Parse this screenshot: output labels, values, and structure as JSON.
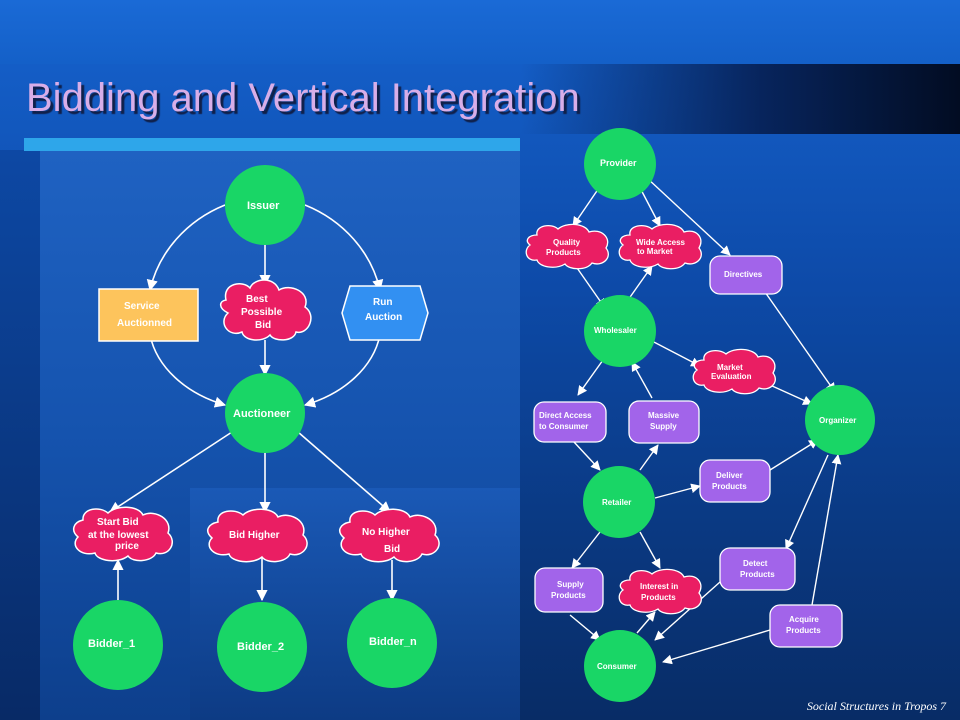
{
  "slide": {
    "title": "Bidding and Vertical Integration",
    "footer": "Social Structures in Tropos  7"
  },
  "colors": {
    "actor": "#19d666",
    "softgoal": "#ea1e63",
    "goal": "#a264ea",
    "resource": "#fdc45c",
    "task": "#3290f2",
    "edge": "#ffffff",
    "title": "#d8aee8"
  },
  "bidding": {
    "actors": {
      "issuer": "Issuer",
      "auctioneer": "Auctioneer",
      "bidder_1": "Bidder_1",
      "bidder_2": "Bidder_2",
      "bidder_n": "Bidder_n"
    },
    "resource": [
      "Service",
      "Auctionned"
    ],
    "task": [
      "Run",
      "Auction"
    ],
    "softgoals": {
      "best_bid": [
        "Best",
        "Possible",
        "Bid"
      ],
      "start_bid": [
        "Start Bid",
        "at the lowest",
        "price"
      ],
      "bid_higher": [
        "Bid Higher"
      ],
      "no_higher": [
        "No Higher",
        "Bid"
      ]
    }
  },
  "vertical": {
    "actors": {
      "provider": "Provider",
      "wholesaler": "Wholesaler",
      "retailer": "Retailer",
      "consumer": "Consumer",
      "organizer": "Organizer"
    },
    "softgoals": {
      "quality": [
        "Quality",
        "Products"
      ],
      "wide_access": [
        "Wide Access",
        "to Market"
      ],
      "market_eval": [
        "Market",
        "Evaluation"
      ],
      "interest": [
        "Interest in",
        "Products"
      ]
    },
    "goals": {
      "directives": [
        "Directives"
      ],
      "direct_access": [
        "Direct Access",
        "to Consumer"
      ],
      "massive_supply": [
        "Massive",
        "Supply"
      ],
      "deliver": [
        "Deliver",
        "Products"
      ],
      "detect": [
        "Detect",
        "Products"
      ],
      "supply": [
        "Supply",
        "Products"
      ],
      "acquire": [
        "Acquire",
        "Products"
      ]
    }
  }
}
